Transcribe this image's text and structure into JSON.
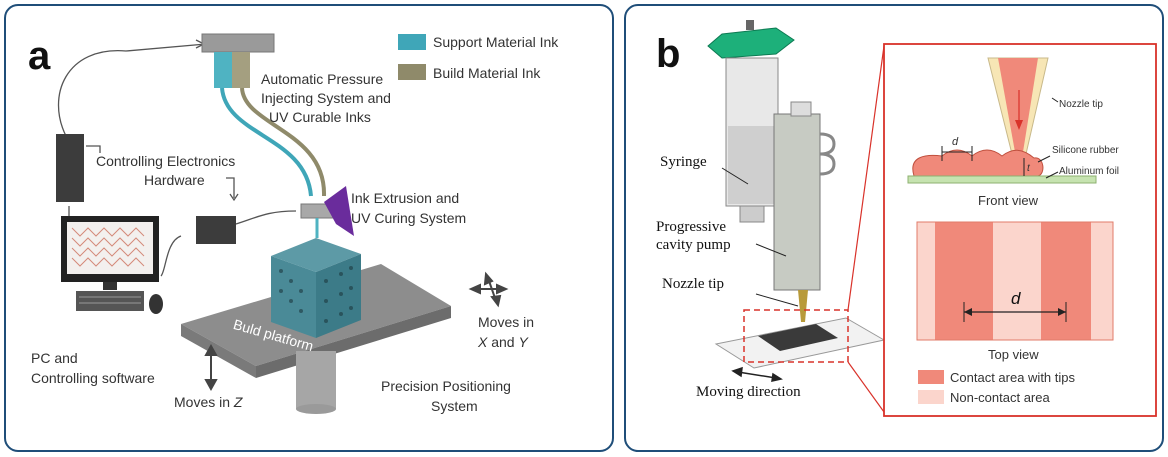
{
  "panel_a": {
    "label": "a",
    "legend": {
      "support": "Support Material Ink",
      "build": "Build Material Ink"
    },
    "auto_pressure": [
      "Automatic Pressure",
      "Injecting System and",
      "UV Curable Inks"
    ],
    "electronics": [
      "Controlling Electronics",
      "Hardware"
    ],
    "ink_extrusion": [
      "Ink Extrusion and",
      "UV Curing System"
    ],
    "platform": "Buld platform",
    "moves_xy": [
      "Moves in",
      "X",
      "and",
      "Y"
    ],
    "pc": [
      "PC and",
      "Controlling software"
    ],
    "precision": [
      "Precision Positioning",
      "System"
    ],
    "moves_z": [
      "Moves in",
      "Z"
    ]
  },
  "panel_b": {
    "label": "b",
    "syringe": "Syringe",
    "pump": [
      "Progressive",
      "cavity pump"
    ],
    "nozzle_tip": "Nozzle tip",
    "moving_direction": "Moving direction",
    "front": {
      "nozzle_tip": "Nozzle tip",
      "silicone": "Silicone rubber",
      "aluminum": "Aluminum foil",
      "d": "d",
      "t": "t",
      "caption": "Front view"
    },
    "top": {
      "d": "d",
      "caption": "Top view"
    },
    "legend": {
      "contact": "Contact area with tips",
      "noncontact": "Non-contact area"
    }
  },
  "colors": {
    "border": "#1f4e79",
    "support_ink": "#3fa6b8",
    "build_ink": "#8f8a6a",
    "contact": "#f0897a",
    "noncontact": "#fbd5cc",
    "syringe_cap": "#1db07a",
    "detail_frame": "#d9322a"
  }
}
